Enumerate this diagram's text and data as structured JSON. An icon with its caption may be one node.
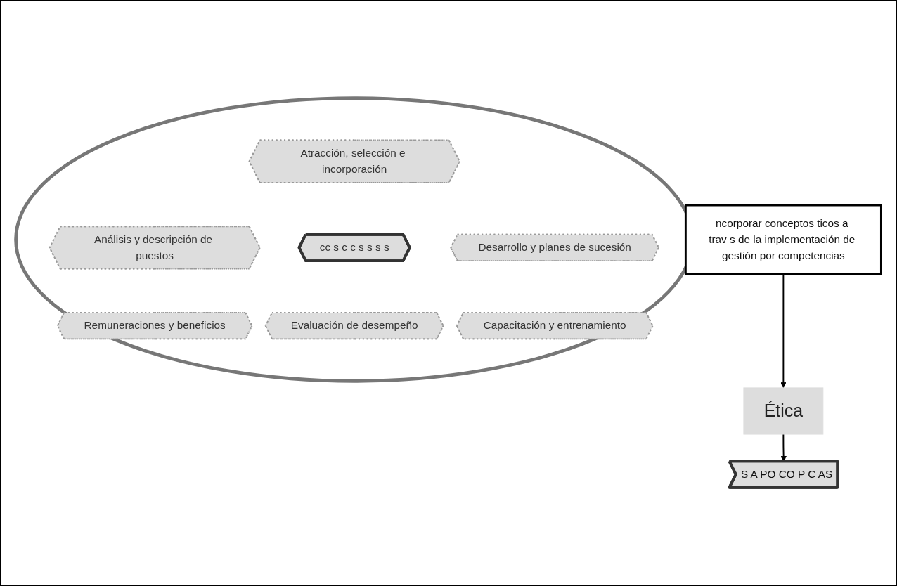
{
  "diagram": {
    "nodes": [
      {
        "text": [
          "ncorporar conceptos ticos a trav s de la implementación de gestión por competencias"
        ]
      },
      {
        "text": [
          "Ética"
        ]
      },
      {
        "text": [
          "S A PO CO P C AS"
        ]
      },
      {
        "text": [],
        "shape": "ellipse"
      },
      {
        "text": [
          "Atracción, selección e incorporación"
        ],
        "in": 3
      },
      {
        "text": [
          "Análisis y descripción de puestos"
        ],
        "in": 3
      },
      {
        "text": [
          "Desarrollo y planes de sucesión"
        ],
        "in": 3
      },
      {
        "text": [
          "cc s c c s s s s"
        ],
        "in": 3
      },
      {
        "text": [
          "Remuneraciones y beneficios"
        ],
        "in": 3
      },
      {
        "text": [
          "Capacitación y entrenamiento"
        ],
        "in": 3
      },
      {
        "text": [
          "Evaluación de desempeño"
        ],
        "in": 3
      }
    ],
    "edges": [
      {
        "from": 0,
        "to": 1,
        "arrow": "to"
      },
      {
        "from": 1,
        "to": 2,
        "arrow": "to"
      }
    ]
  }
}
